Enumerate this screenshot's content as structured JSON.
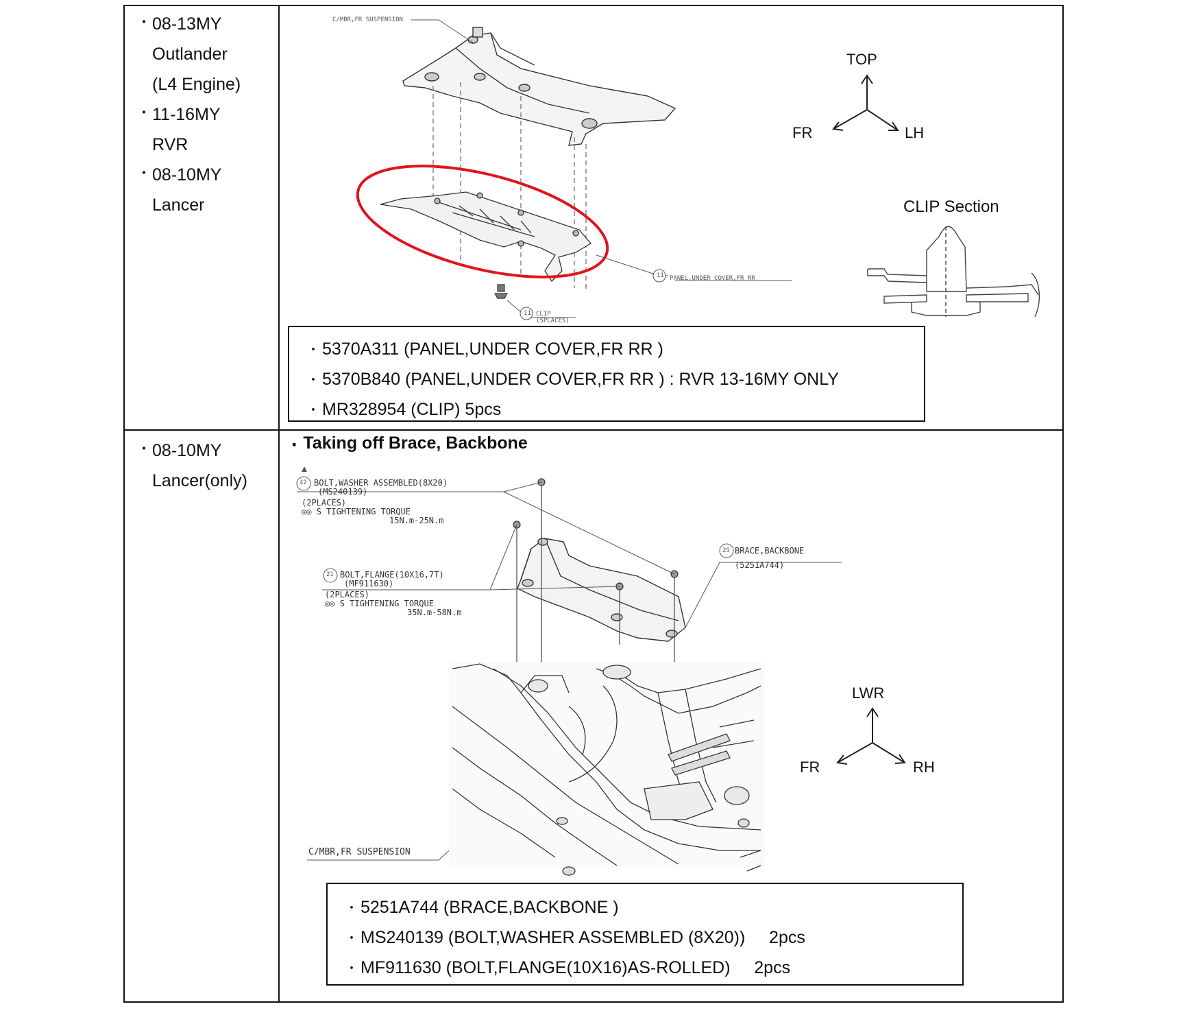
{
  "rows": [
    {
      "models": [
        {
          "lines": [
            "08-13MY",
            "Outlander",
            "(L4 Engine)"
          ]
        },
        {
          "lines": [
            "11-16MY",
            "RVR"
          ]
        },
        {
          "lines": [
            "08-10MY",
            "Lancer"
          ]
        }
      ],
      "diagram": {
        "callout_top": "C/MBR,FR SUSPENSION",
        "callout_panel_num": "11",
        "callout_panel": "PANEL,UNDER COVER,FR RR",
        "callout_clip_num": "11",
        "callout_clip": "CLIP",
        "callout_clip_qty": "(5PLACES)",
        "highlight_color": "#e0141c"
      },
      "axes": {
        "up": "TOP",
        "left": "FR",
        "right": "LH"
      },
      "clip_section_title": "CLIP Section",
      "parts": [
        "5370A311 (PANEL,UNDER COVER,FR RR )",
        "5370B840 (PANEL,UNDER COVER,FR RR ) : RVR 13-16MY ONLY",
        "MR328954 (CLIP)    5pcs"
      ]
    },
    {
      "models": [
        {
          "lines": [
            "08-10MY",
            "Lancer(only)"
          ]
        }
      ],
      "title": "Taking off Brace, Backbone",
      "diagram": {
        "bolt1_num": "42",
        "bolt1_lines": [
          "BOLT,WASHER ASSEMBLED(8X20)",
          "(MS240139)",
          "(2PLACES)",
          "S TIGHTENING TORQUE",
          "15N.m-25N.m"
        ],
        "bolt2_num": "21",
        "bolt2_lines": [
          "BOLT,FLANGE(10X16,7T)",
          "(MF911630)",
          "(2PLACES)",
          "S TIGHTENING TORQUE",
          "35N.m-58N.m"
        ],
        "brace_num": "25",
        "brace_lines": [
          "BRACE,BACKBONE",
          "(5251A744)"
        ],
        "frame_label": "C/MBR,FR SUSPENSION"
      },
      "axes": {
        "up": "LWR",
        "left": "FR",
        "right": "RH"
      },
      "parts": [
        "5251A744 (BRACE,BACKBONE )",
        "MS240139 (BOLT,WASHER ASSEMBLED (8X20))     2pcs",
        "MF911630 (BOLT,FLANGE(10X16)AS-ROLLED)     2pcs"
      ]
    }
  ]
}
